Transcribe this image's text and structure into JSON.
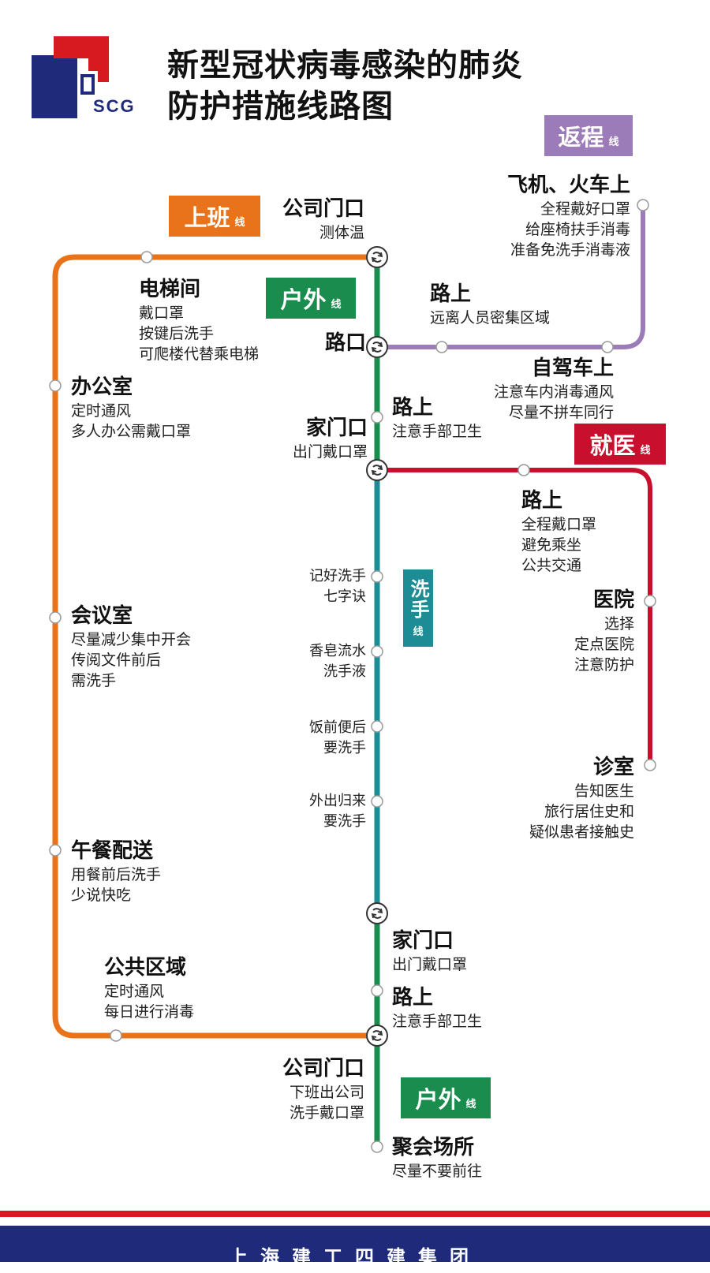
{
  "colors": {
    "commute": "#E8731A",
    "outdoor": "#1A8C4E",
    "return": "#9B7BB8",
    "medical": "#C8102E",
    "handwash": "#1E8C94",
    "logo_blue": "#1F2B7A",
    "logo_red": "#D71920",
    "footer_blue": "#1F2B7A",
    "footer_red": "#D71920"
  },
  "logo": {
    "text": "SCG",
    "icon": "scg-logo"
  },
  "title": {
    "line1": "新型冠状病毒感染的肺炎",
    "line2": "防护措施线路图"
  },
  "badges": {
    "return": {
      "main": "返程",
      "suffix": "线"
    },
    "commute": {
      "main": "上班",
      "suffix": "线"
    },
    "outdoor_top": {
      "main": "户外",
      "suffix": "线"
    },
    "medical": {
      "main": "就医",
      "suffix": "线"
    },
    "handwash": {
      "main": "洗手",
      "suffix": "线"
    },
    "outdoor_bottom": {
      "main": "户外",
      "suffix": "线"
    }
  },
  "stops": {
    "company_gate_top": {
      "name": "公司门口",
      "desc": [
        "测体温"
      ]
    },
    "plane_train": {
      "name": "飞机、火车上",
      "desc": [
        "全程戴好口罩",
        "给座椅扶手消毒",
        "准备免洗手消毒液"
      ]
    },
    "road_return": {
      "name": "路上",
      "desc": [
        "远离人员密集区域"
      ]
    },
    "elevator": {
      "name": "电梯间",
      "desc": [
        "戴口罩",
        "按键后洗手",
        "可爬楼代替乘电梯"
      ]
    },
    "crossing": {
      "name": "路口",
      "desc": []
    },
    "self_drive": {
      "name": "自驾车上",
      "desc": [
        "注意车内消毒通风",
        "尽量不拼车同行"
      ]
    },
    "office": {
      "name": "办公室",
      "desc": [
        "定时通风",
        "多人办公需戴口罩"
      ]
    },
    "road_upper": {
      "name": "路上",
      "desc": [
        "注意手部卫生"
      ]
    },
    "home_gate_upper": {
      "name": "家门口",
      "desc": [
        "出门戴口罩"
      ]
    },
    "road_medical": {
      "name": "路上",
      "desc": [
        "全程戴口罩",
        "避免乘坐",
        "公共交通"
      ]
    },
    "wash_1": {
      "name": "",
      "desc": [
        "记好洗手",
        "七字诀"
      ]
    },
    "hospital": {
      "name": "医院",
      "desc": [
        "选择",
        "定点医院",
        "注意防护"
      ]
    },
    "meeting_room": {
      "name": "会议室",
      "desc": [
        "尽量减少集中开会",
        "传阅文件前后",
        "需洗手"
      ]
    },
    "wash_2": {
      "name": "",
      "desc": [
        "香皂流水",
        "洗手液"
      ]
    },
    "wash_3": {
      "name": "",
      "desc": [
        "饭前便后",
        "要洗手"
      ]
    },
    "clinic": {
      "name": "诊室",
      "desc": [
        "告知医生",
        "旅行居住史和",
        "疑似患者接触史"
      ]
    },
    "wash_4": {
      "name": "",
      "desc": [
        "外出归来",
        "要洗手"
      ]
    },
    "lunch": {
      "name": "午餐配送",
      "desc": [
        "用餐前后洗手",
        "少说快吃"
      ]
    },
    "home_gate_lower": {
      "name": "家门口",
      "desc": [
        "出门戴口罩"
      ]
    },
    "public_area": {
      "name": "公共区域",
      "desc": [
        "定时通风",
        "每日进行消毒"
      ]
    },
    "road_lower": {
      "name": "路上",
      "desc": [
        "注意手部卫生"
      ]
    },
    "company_gate_bottom": {
      "name": "公司门口",
      "desc": [
        "下班出公司",
        "洗手戴口罩"
      ]
    },
    "gathering": {
      "name": "聚会场所",
      "desc": [
        "尽量不要前往"
      ]
    }
  },
  "footer": {
    "text": "上海建工四建集团"
  }
}
